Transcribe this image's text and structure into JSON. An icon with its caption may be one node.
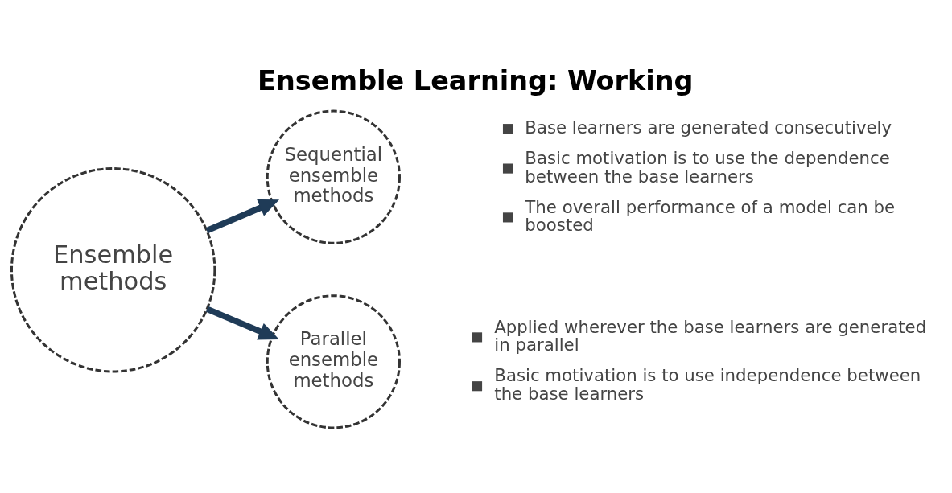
{
  "diagram": {
    "title": "Ensemble Learning: Working",
    "nodes": [
      {
        "text": [
          "Ensemble methods"
        ]
      },
      {
        "text": [
          "Sequential ensemble methods"
        ],
        "beside": [
          "Base learners are generated consecutively",
          "Basic motivation is to use the dependence between the base learners",
          "The overall performance of a model can be boosted"
        ]
      },
      {
        "text": [
          "Parallel ensemble methods"
        ],
        "beside": [
          "Applied wherever the base learners are generated in parallel",
          "Basic motivation is to use independence between the base learners"
        ]
      }
    ],
    "edges": [
      {
        "from": 0,
        "to": 1,
        "arrow": "to"
      },
      {
        "from": 0,
        "to": 2,
        "arrow": "to"
      }
    ]
  }
}
